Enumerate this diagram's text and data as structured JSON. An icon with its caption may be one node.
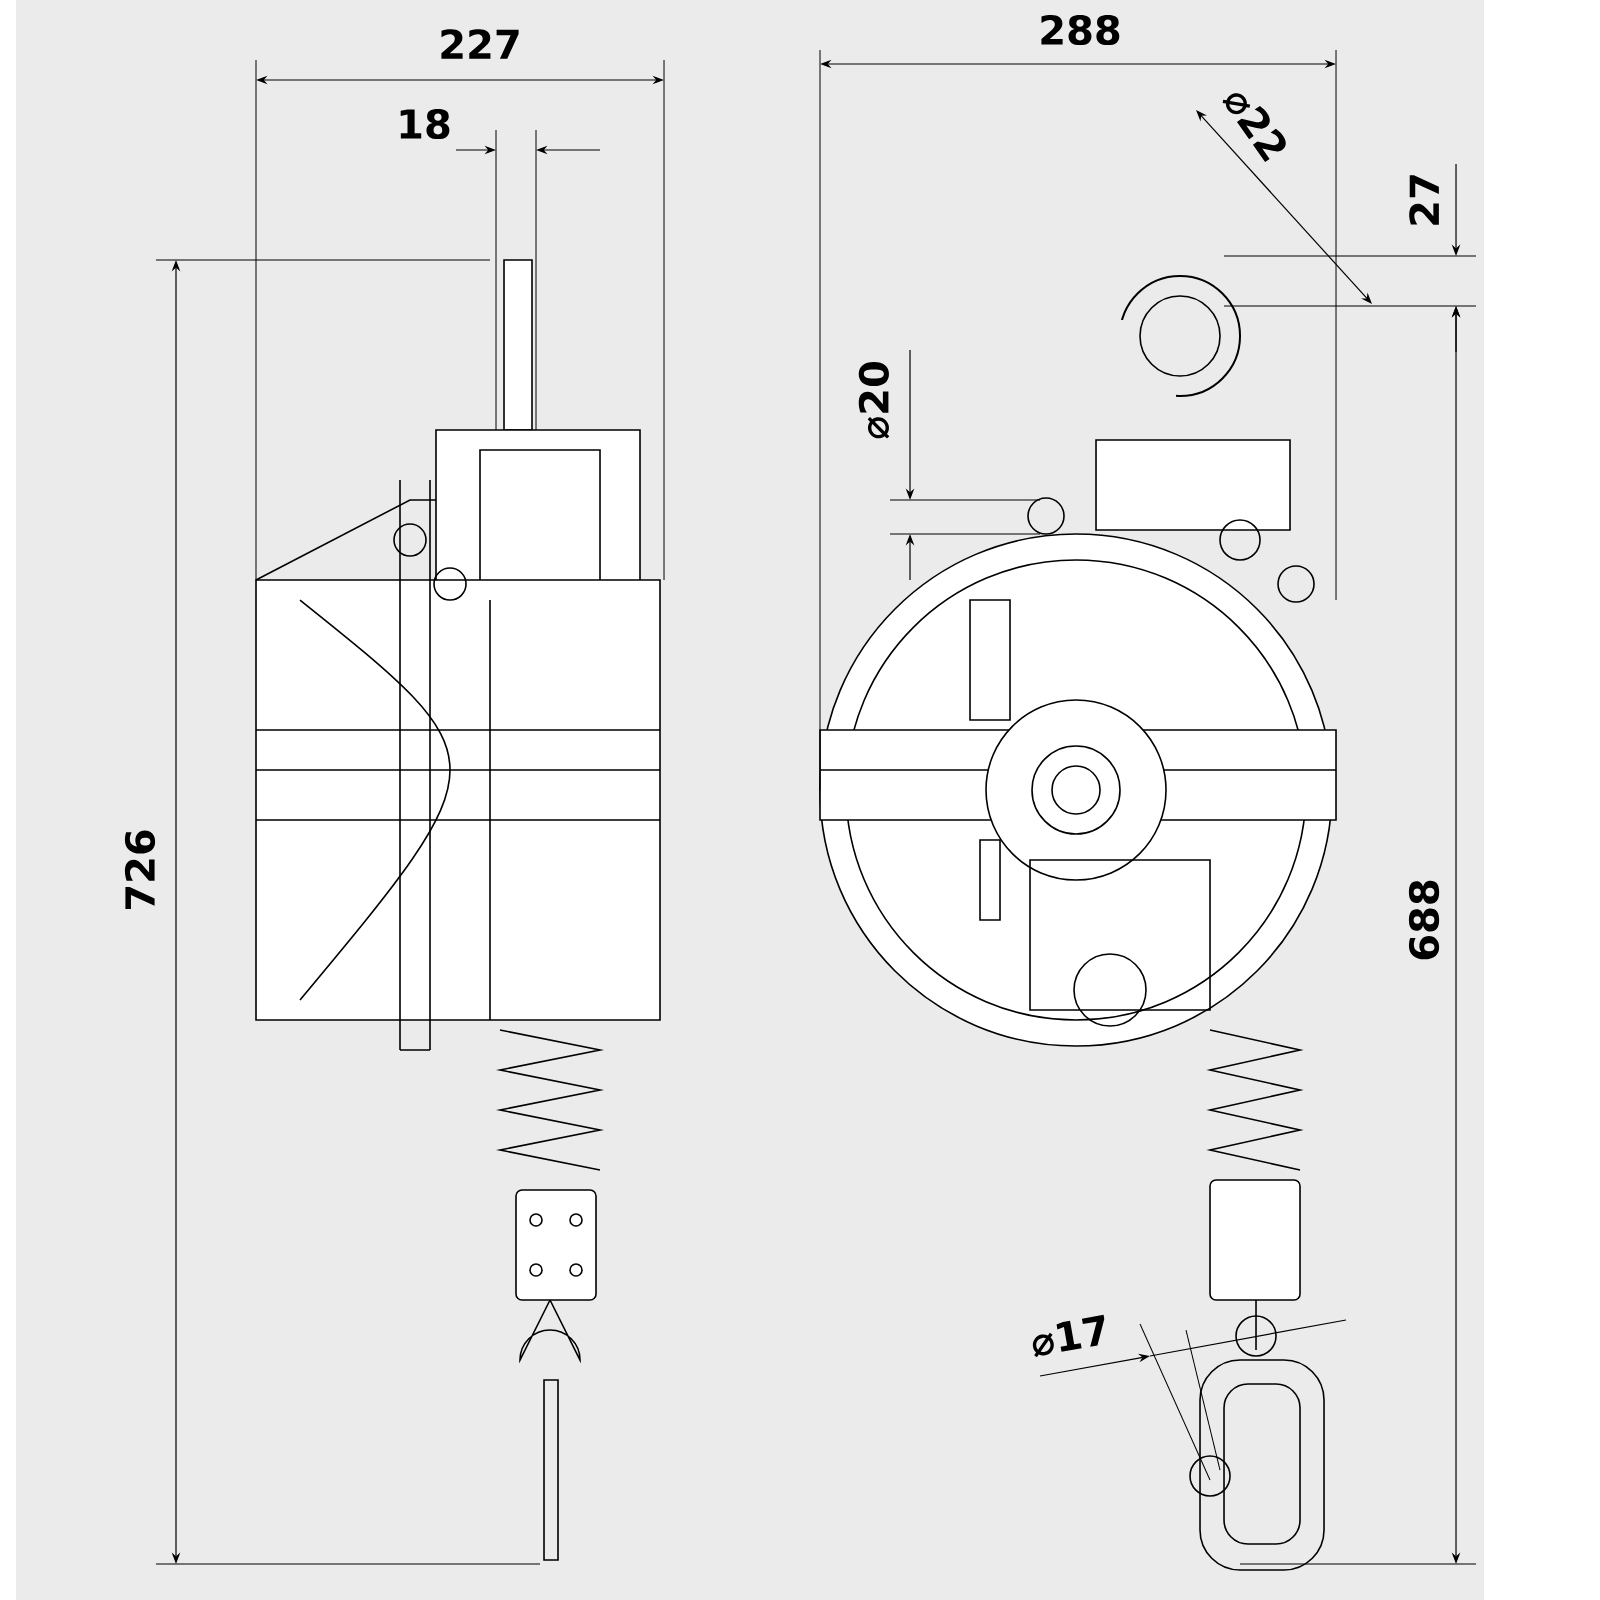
{
  "diagram": {
    "labels": [
      "227",
      "18",
      "726",
      "288",
      "⌀22",
      "27",
      "⌀20",
      "688",
      "⌀17"
    ]
  }
}
